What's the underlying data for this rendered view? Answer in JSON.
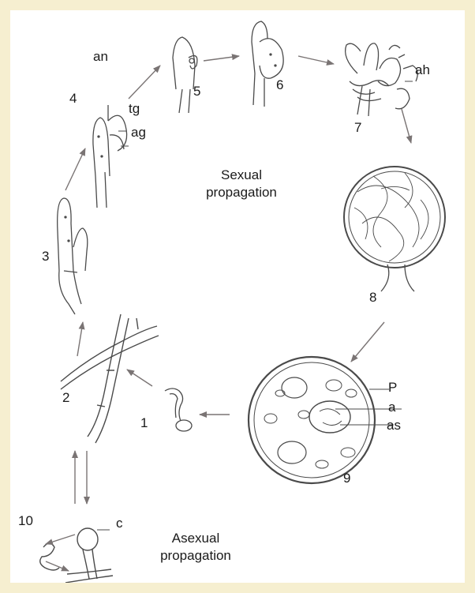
{
  "diagram": {
    "colors": {
      "background_border": "#f6efd0",
      "panel": "#ffffff",
      "line": "#4a4a4a",
      "arrow": "#7a7474"
    },
    "captions": {
      "sexual_line1": "Sexual",
      "sexual_line2": "propagation",
      "asexual_line1": "Asexual",
      "asexual_line2": "propagation"
    },
    "stages": [
      "1",
      "2",
      "3",
      "4",
      "5",
      "6",
      "7",
      "8",
      "9",
      "10"
    ],
    "parts": {
      "an": "an",
      "tg": "tg",
      "ag": "ag",
      "ah": "ah",
      "p": "P",
      "a": "a",
      "as": "as",
      "c": "c"
    }
  }
}
